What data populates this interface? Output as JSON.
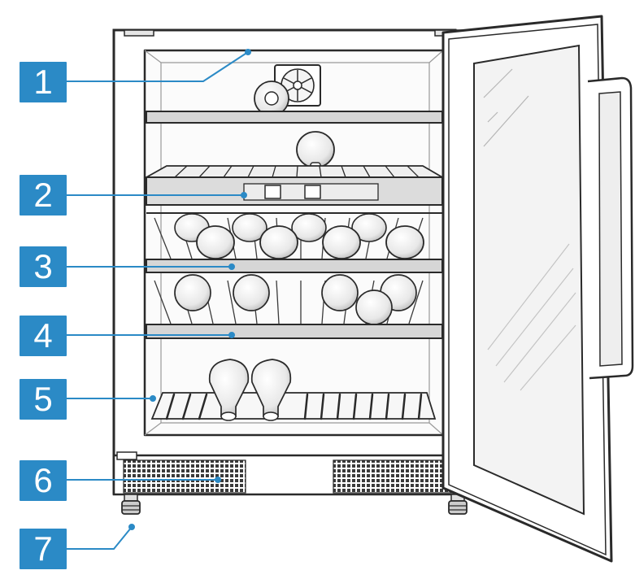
{
  "colors": {
    "accent": "#2b8ac6",
    "leader": "#2b8ac6",
    "line": "#2a2a2a",
    "metal": "#d6d6d6",
    "glass": "#f3f3f3"
  },
  "callouts": [
    {
      "label": "1"
    },
    {
      "label": "2"
    },
    {
      "label": "3"
    },
    {
      "label": "4"
    },
    {
      "label": "5"
    },
    {
      "label": "6"
    },
    {
      "label": "7"
    }
  ],
  "icons": [
    "fan-icon",
    "control-panel",
    "wine-bottle",
    "ventilation-grille",
    "adjustable-foot"
  ]
}
